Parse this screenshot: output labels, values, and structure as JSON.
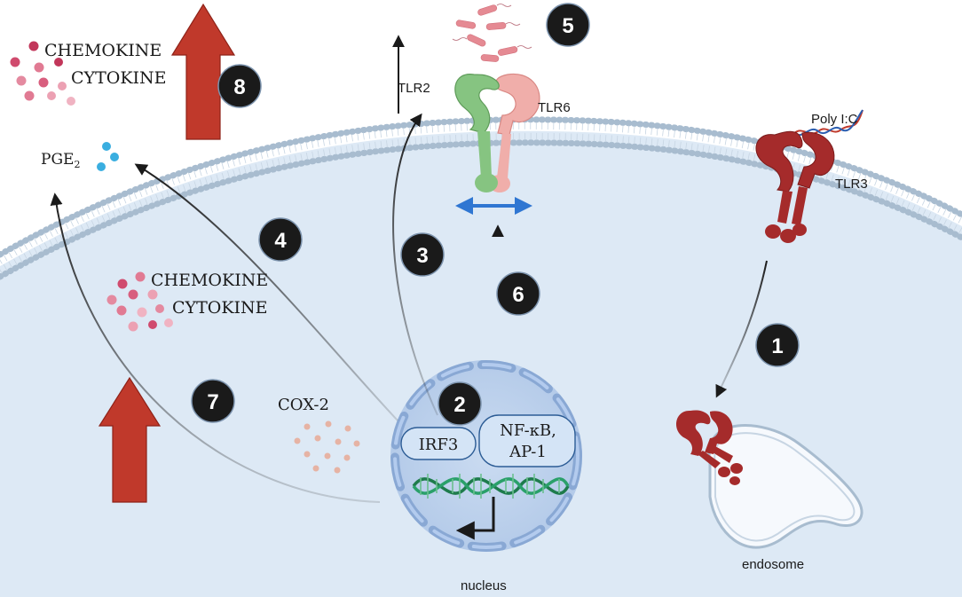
{
  "labels": {
    "chemokine_out": "CHEMOKINE",
    "cytokine_out": "CYTOKINE",
    "pge2_base": "PGE",
    "pge2_sub": "2",
    "tlr2": "TLR2",
    "tlr6": "TLR6",
    "poly_ic": "Poly I:C",
    "tlr3": "TLR3",
    "chemokine_in": "CHEMOKINE",
    "cytokine_in": "CYTOKINE",
    "cox2": "COX-2",
    "irf3": "IRF3",
    "nfkb_line1": "NF-κB,",
    "nfkb_line2": "AP-1",
    "endosome": "endosome",
    "nucleus": "nucleus"
  },
  "steps": [
    "1",
    "2",
    "3",
    "4",
    "5",
    "6",
    "7",
    "8"
  ],
  "colors": {
    "cytoplasm": "#dde9f5",
    "membrane_bead": "#9fb3c6",
    "tlr3": "#a52b2b",
    "tlr2": "#86c481",
    "tlr6": "#f0aeaa",
    "up_arrow": "#c0392b",
    "badge": "#1a1a1a",
    "nucleus": "#b9cfec",
    "dna_a": "#1e7b4c",
    "dna_b": "#2aa06a",
    "double_arrow": "#2f76d2",
    "bacteria": "#e58a93",
    "pge2_dot": "#3aaee0"
  }
}
